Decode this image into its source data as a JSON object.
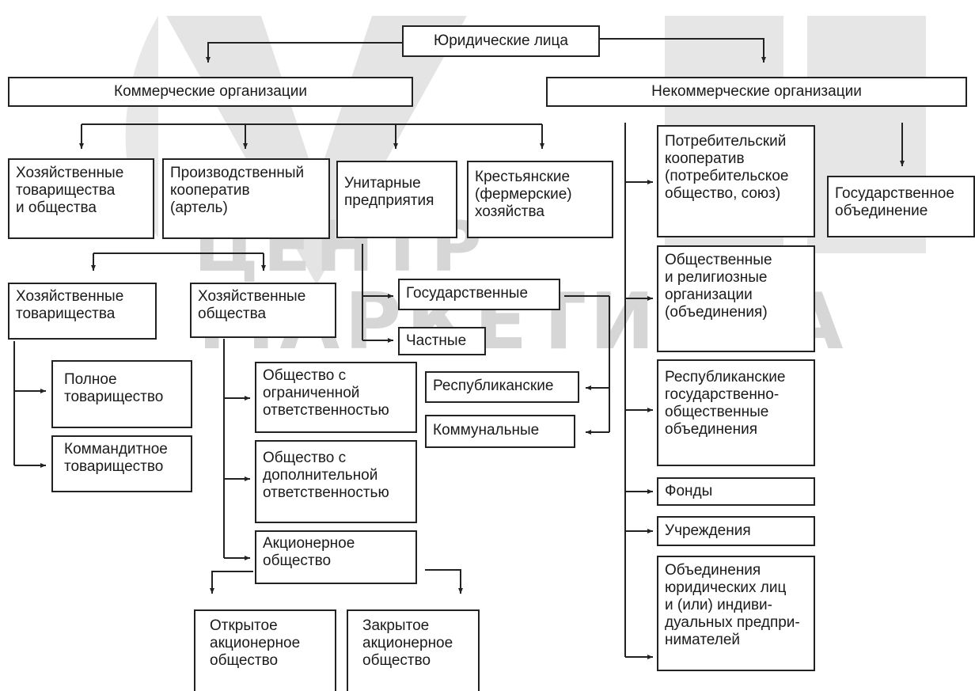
{
  "watermark": {
    "line1": "ЦЕНТР",
    "line2": "МАРКЕТИНГА"
  },
  "nodes": {
    "root": "Юридические лица",
    "commercial": "Коммерческие организации",
    "noncommercial": "Некоммерческие организации",
    "business_partnerships_societies": "Хозяйственные\nтоварищества\nи общества",
    "production_coop": "Производственный\nкооператив\n(артель)",
    "unitary": "Унитарные\nпредприятия",
    "peasant_farms": "Крестьянские\n(фермерские)\nхозяйства",
    "partnerships": "Хозяйственные\nтоварищества",
    "societies": "Хозяйственные\nобщества",
    "state": "Государственные",
    "private": "Частные",
    "republican": "Республиканские",
    "communal": "Коммунальные",
    "full_partnership": "Полное\nтоварищество",
    "limited_partnership": "Коммандитное\nтоварищество",
    "llc": "Общество с\nограниченной\nответственностью",
    "alc": "Общество с\nдополнительной\nответственностью",
    "jsc": "Акционерное\nобщество",
    "open_jsc": "Открытое\nакционерное\nобщество",
    "closed_jsc": "Закрытое\nакционерное\nобщество",
    "consumer_coop": "Потребительский\nкооператив\n(потребительское\nобщество, союз)",
    "state_association": "Государственное\nобъединение",
    "public_religious": "Общественные\nи религиозные\nорганизации\n(объединения)",
    "rep_state_public": "Республиканские\nгосударственно-\nобщественные\nобъединения",
    "funds": "Фонды",
    "institutions": "Учреждения",
    "unions": "Объединения\nюридических лиц\nи (или) индиви-\nдуальных предпри-\nнимателей"
  }
}
